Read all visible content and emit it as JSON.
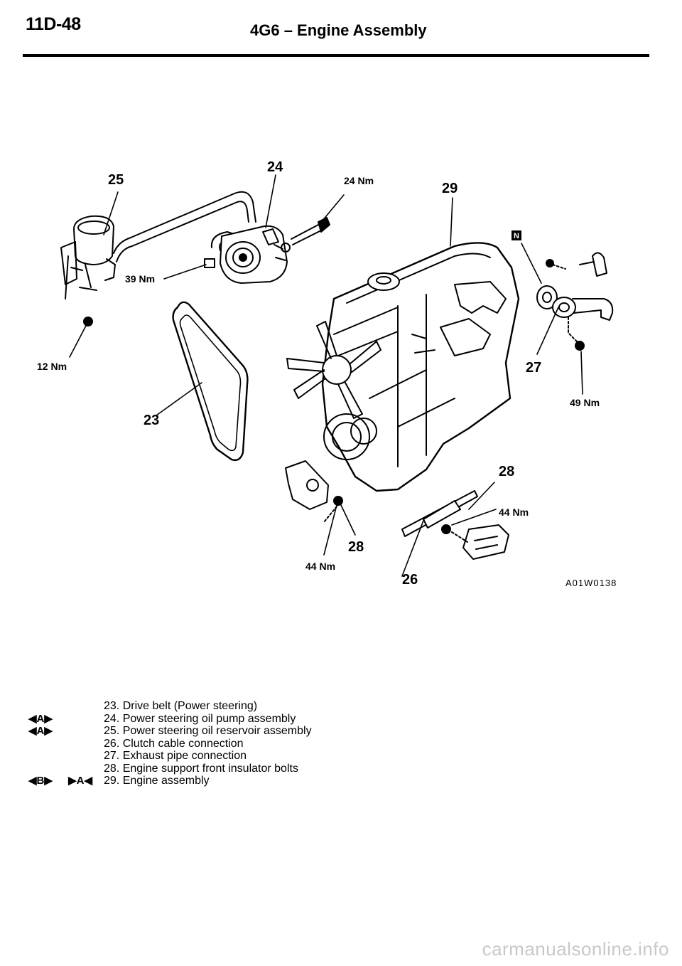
{
  "header": {
    "page_code": "11D-48",
    "title": "4G6 – Engine Assembly"
  },
  "callouts": {
    "n23": "23",
    "n24": "24",
    "n25": "25",
    "n26": "26",
    "n27": "27",
    "n28a": "28",
    "n28b": "28",
    "n29": "29"
  },
  "torques": {
    "t12": "12 Nm",
    "t39": "39 Nm",
    "t24": "24 Nm",
    "t49": "49 Nm",
    "t44a": "44 Nm",
    "t44b": "44 Nm"
  },
  "n_badge": "N",
  "figure_code": "A01W0138",
  "legend": {
    "items": [
      "23. Drive belt (Power steering)",
      "24. Power steering oil pump assembly",
      "25. Power steering oil reservoir assembly",
      "26. Clutch cable connection",
      "27. Exhaust pipe connection",
      "28. Engine support front insulator bolts",
      "29. Engine assembly"
    ],
    "marks": {
      "row24_removal": "A",
      "row25_removal": "A",
      "row29_removal": "B",
      "row29_install": "A"
    }
  },
  "watermark": "carmanualsonline.info"
}
